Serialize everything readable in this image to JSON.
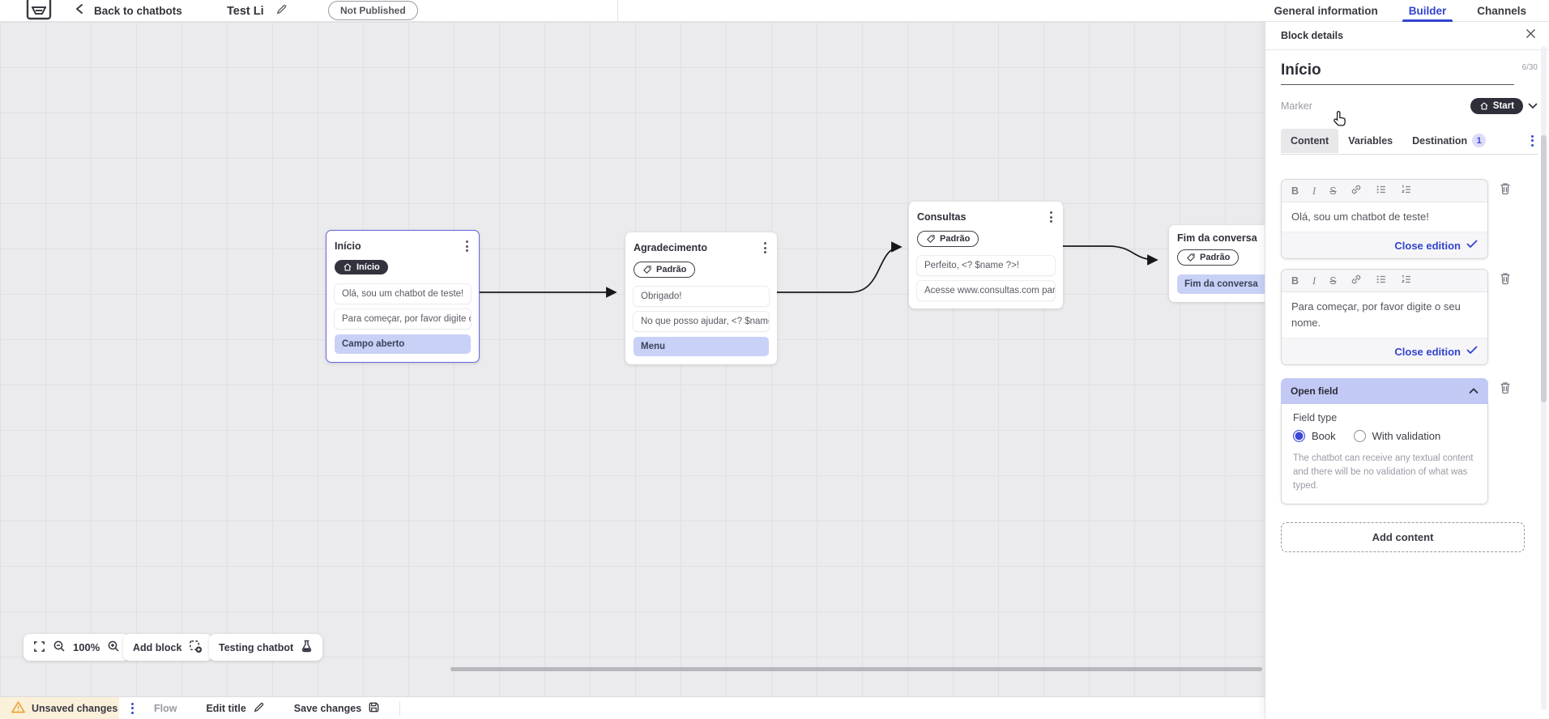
{
  "header": {
    "back_label": "Back to chatbots",
    "chatbot_title": "Test Li",
    "status_badge": "Not Published",
    "tabs": [
      {
        "label": "General information"
      },
      {
        "label": "Builder"
      },
      {
        "label": "Channels"
      }
    ]
  },
  "canvas": {
    "blocks": [
      {
        "title": "Início",
        "marker": "Início",
        "items": [
          "Olá, sou um chatbot de teste!",
          "Para começar, por favor digite o ...",
          "Campo aberto"
        ]
      },
      {
        "title": "Agradecimento",
        "marker": "Padrão",
        "items": [
          "Obrigado!",
          "No que posso ajudar, <? $name ...",
          "Menu"
        ]
      },
      {
        "title": "Consultas",
        "marker": "Padrão",
        "items": [
          "Perfeito, <? $name ?>!",
          "Acesse www.consultas.com par..."
        ]
      },
      {
        "title": "Fim da conversa",
        "marker": "Padrão",
        "items": [
          "Fim da conversa"
        ]
      }
    ],
    "zoom_level": "100%",
    "add_block_label": "Add block",
    "testing_chatbot_label": "Testing chatbot"
  },
  "panel": {
    "header": "Block details",
    "block_name": "Início",
    "char_counter": "6/30",
    "marker_label": "Marker",
    "marker_value": "Start",
    "tabs": [
      {
        "label": "Content"
      },
      {
        "label": "Variables"
      },
      {
        "label": "Destination",
        "badge": "1"
      }
    ],
    "toolbar": {
      "bold": "B",
      "italic": "I",
      "strike": "S"
    },
    "editors": [
      {
        "text": "Olá, sou um chatbot de teste!",
        "close_label": "Close edition"
      },
      {
        "text": "Para começar, por favor digite o seu nome.",
        "close_label": "Close edition"
      }
    ],
    "open_field": {
      "title": "Open field",
      "field_type_label": "Field type",
      "options": [
        {
          "label": "Book",
          "selected": true
        },
        {
          "label": "With validation",
          "selected": false
        }
      ],
      "description": "The chatbot can receive any textual content and there will be no validation of what was typed."
    },
    "add_content_label": "Add content"
  },
  "footer": {
    "unsaved_label": "Unsaved changes",
    "flow_label": "Flow",
    "edit_title_label": "Edit title",
    "save_label": "Save changes"
  },
  "colors": {
    "accent_blue": "#3243ce",
    "highlight_purple": "#c9d1f6",
    "dark_pill": "#33333e",
    "open_field_header": "#c2c9f4",
    "warning_bg": "#fbf0da",
    "warning_icon": "#e9a63a"
  }
}
